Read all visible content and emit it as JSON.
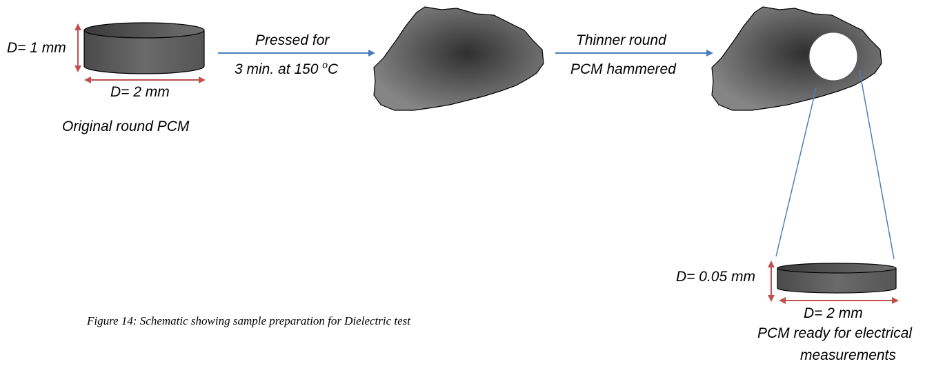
{
  "labels": {
    "orig_height": "D= 1 mm",
    "orig_diameter": "D= 2 mm",
    "orig_caption": "Original round PCM",
    "step1_line1": "Pressed for",
    "step1_line2_pre": "3 min. at 150 ",
    "step1_line2_sup": "o",
    "step1_line2_post": "C",
    "step2_line1": "Thinner round",
    "step2_line2": "PCM hammered",
    "final_height": "D= 0.05 mm",
    "final_diameter": "D= 2 mm",
    "final_caption_line1": "PCM ready for electrical",
    "final_caption_line2": "measurements"
  },
  "figure_caption": "Figure 14: Schematic showing sample preparation for Dielectric test",
  "colors": {
    "arrow": "#4a7ebb",
    "dimension": "#c0504d",
    "sample_dark": "#2b2b2b",
    "sample_light": "#808080",
    "leader": "#4a7ebb"
  }
}
